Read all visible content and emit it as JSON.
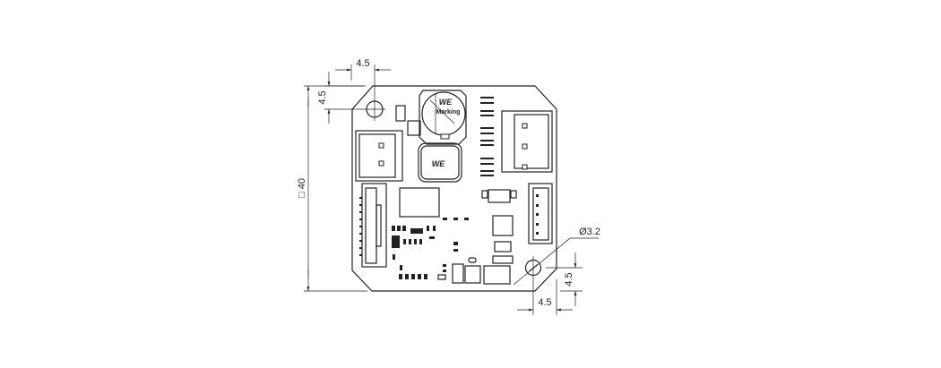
{
  "drawing": {
    "dim_top_hole_x": "4.5",
    "dim_top_hole_y": "4.5",
    "dim_board_size": "□ 40",
    "dim_hole_diameter": "Ø3.2",
    "dim_bottom_hole_x": "4.5",
    "dim_bottom_hole_y": "4.5",
    "logo_text": "WE",
    "marking_text": "Marking"
  }
}
